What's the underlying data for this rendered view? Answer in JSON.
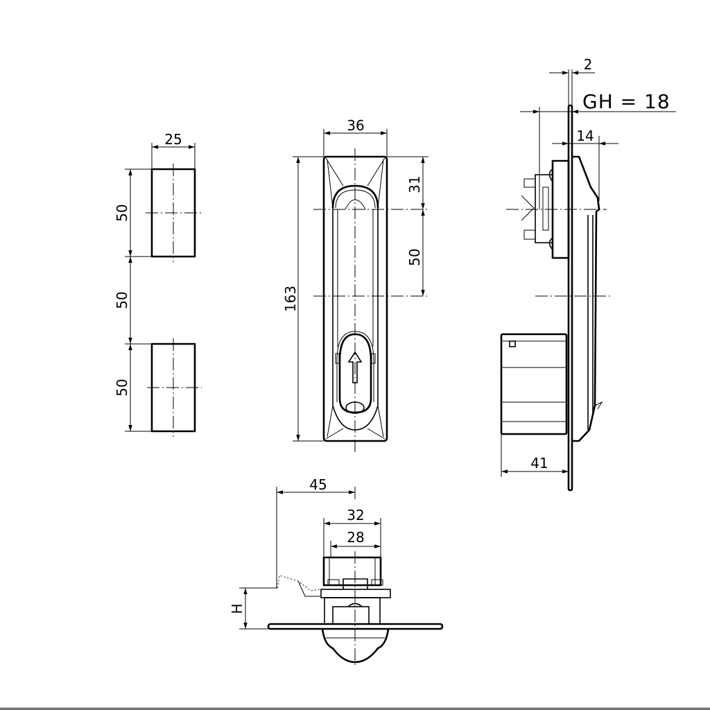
{
  "drawing": {
    "title": "Swinghandle lock technical drawing",
    "line_color": "#000000",
    "background": "#ffffff",
    "cutout_view": {
      "width": "25",
      "height_top": "50",
      "spacing": "50",
      "height_bottom": "50"
    },
    "front_view": {
      "width": "36",
      "total_height": "163",
      "top_to_center": "31",
      "center_spacing": "50",
      "arrow_symbol": "arrow-up"
    },
    "side_view": {
      "door_thickness": "2",
      "grip_height_label": "GH = 18",
      "handle_depth": "14",
      "body_depth": "41"
    },
    "bottom_view": {
      "swing_length": "45",
      "housing_width": "32",
      "inner_width": "28",
      "height_label": "H"
    }
  }
}
